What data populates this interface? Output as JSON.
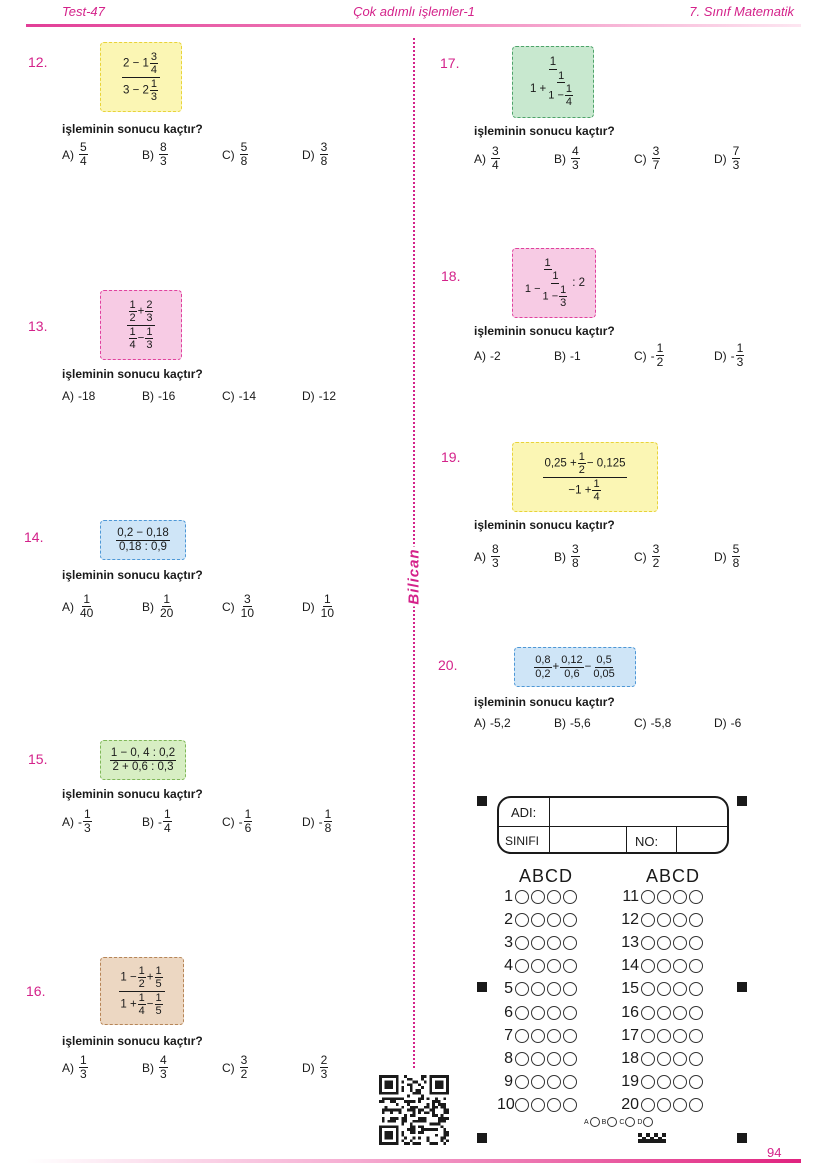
{
  "header": {
    "left": "Test-47",
    "center": "Çok adımlı işlemler-1",
    "right": "7. Sınıf Matematik"
  },
  "brand": "Bilican",
  "page_number": "94",
  "prompt_text": "işleminin sonucu kaçtır?",
  "questions": [
    {
      "number": "12.",
      "options": [
        {
          "letter": "A)",
          "value": "5/4"
        },
        {
          "letter": "B)",
          "value": "8/3"
        },
        {
          "letter": "C)",
          "value": "5/8"
        },
        {
          "letter": "D)",
          "value": "3/8"
        }
      ]
    },
    {
      "number": "13.",
      "options": [
        {
          "letter": "A)",
          "value": "-18"
        },
        {
          "letter": "B)",
          "value": "-16"
        },
        {
          "letter": "C)",
          "value": "-14"
        },
        {
          "letter": "D)",
          "value": "-12"
        }
      ]
    },
    {
      "number": "14.",
      "options": [
        {
          "letter": "A)",
          "value": "1/40"
        },
        {
          "letter": "B)",
          "value": "1/20"
        },
        {
          "letter": "C)",
          "value": "3/10"
        },
        {
          "letter": "D)",
          "value": "1/10"
        }
      ]
    },
    {
      "number": "15.",
      "options": [
        {
          "letter": "A)",
          "value": "-1/3"
        },
        {
          "letter": "B)",
          "value": "-1/4"
        },
        {
          "letter": "C)",
          "value": "-1/6"
        },
        {
          "letter": "D)",
          "value": "-1/8"
        }
      ]
    },
    {
      "number": "16.",
      "options": [
        {
          "letter": "A)",
          "value": "1/3"
        },
        {
          "letter": "B)",
          "value": "4/3"
        },
        {
          "letter": "C)",
          "value": "3/2"
        },
        {
          "letter": "D)",
          "value": "2/3"
        }
      ]
    },
    {
      "number": "17.",
      "options": [
        {
          "letter": "A)",
          "value": "3/4"
        },
        {
          "letter": "B)",
          "value": "4/3"
        },
        {
          "letter": "C)",
          "value": "3/7"
        },
        {
          "letter": "D)",
          "value": "7/3"
        }
      ]
    },
    {
      "number": "18.",
      "options": [
        {
          "letter": "A)",
          "value": "-2"
        },
        {
          "letter": "B)",
          "value": "-1"
        },
        {
          "letter": "C)",
          "value": "-1/2"
        },
        {
          "letter": "D)",
          "value": "-1/3"
        }
      ]
    },
    {
      "number": "19.",
      "options": [
        {
          "letter": "A)",
          "value": "8/3"
        },
        {
          "letter": "B)",
          "value": "3/8"
        },
        {
          "letter": "C)",
          "value": "3/2"
        },
        {
          "letter": "D)",
          "value": "5/8"
        }
      ]
    },
    {
      "number": "20.",
      "options": [
        {
          "letter": "A)",
          "value": "-5,2"
        },
        {
          "letter": "B)",
          "value": "-5,6"
        },
        {
          "letter": "C)",
          "value": "-5,8"
        },
        {
          "letter": "D)",
          "value": "-6"
        }
      ]
    }
  ],
  "expressions": {
    "q12": {
      "num_a": "2 − 1",
      "num_b": "3",
      "num_c": "4",
      "den_a": "3 − 2",
      "den_b": "1",
      "den_c": "3"
    },
    "q13": {
      "n1": "1",
      "d1": "2",
      "op1": "+",
      "n2": "2",
      "d2": "3",
      "n3": "1",
      "d3": "4",
      "op2": "−",
      "n4": "1",
      "d4": "3"
    },
    "q14": {
      "num": "0,2 − 0,18",
      "den": "0,18 : 0,9"
    },
    "q15": {
      "num": "1 − 0, 4 : 0,2",
      "den": "2 + 0,6 : 0,3"
    },
    "q16": {
      "a": "1 −",
      "n1": "1",
      "d1": "2",
      "op1": "+",
      "n2": "1",
      "d2": "5",
      "b": "1 +",
      "n3": "1",
      "d3": "4",
      "op2": "−",
      "n4": "1",
      "d4": "5"
    },
    "q17": {
      "top": "1",
      "a": "1 +",
      "b": "1",
      "c": "1 −",
      "d": "1",
      "e": "4"
    },
    "q18": {
      "top": "1",
      "a": "1 −",
      "b": "1",
      "c": "1 −",
      "d": "1",
      "e": "3",
      "tail": ": 2"
    },
    "q19": {
      "a": "0,25 +",
      "n1": "1",
      "d1": "2",
      "b": "− 0,125",
      "c": "−1 +",
      "n2": "1",
      "d2": "4"
    },
    "q20": {
      "n1": "0,8",
      "d1": "0,2",
      "op1": "+",
      "n2": "0,12",
      "d2": "0,6",
      "op2": "−",
      "n3": "0,5",
      "d3": "0,05"
    }
  },
  "answer_form": {
    "name_label": "ADI:",
    "class_label": "SINIFI",
    "no_label": "NO:",
    "choices": [
      "A",
      "B",
      "C",
      "D"
    ],
    "column_header": "ABCD",
    "left_numbers": [
      "1",
      "2",
      "3",
      "4",
      "5",
      "6",
      "7",
      "8",
      "9",
      "10"
    ],
    "right_numbers": [
      "11",
      "12",
      "13",
      "14",
      "15",
      "16",
      "17",
      "18",
      "19",
      "20"
    ],
    "legend": [
      "A",
      "B",
      "C",
      "D"
    ]
  },
  "colors": {
    "accent": "#d4228a"
  }
}
